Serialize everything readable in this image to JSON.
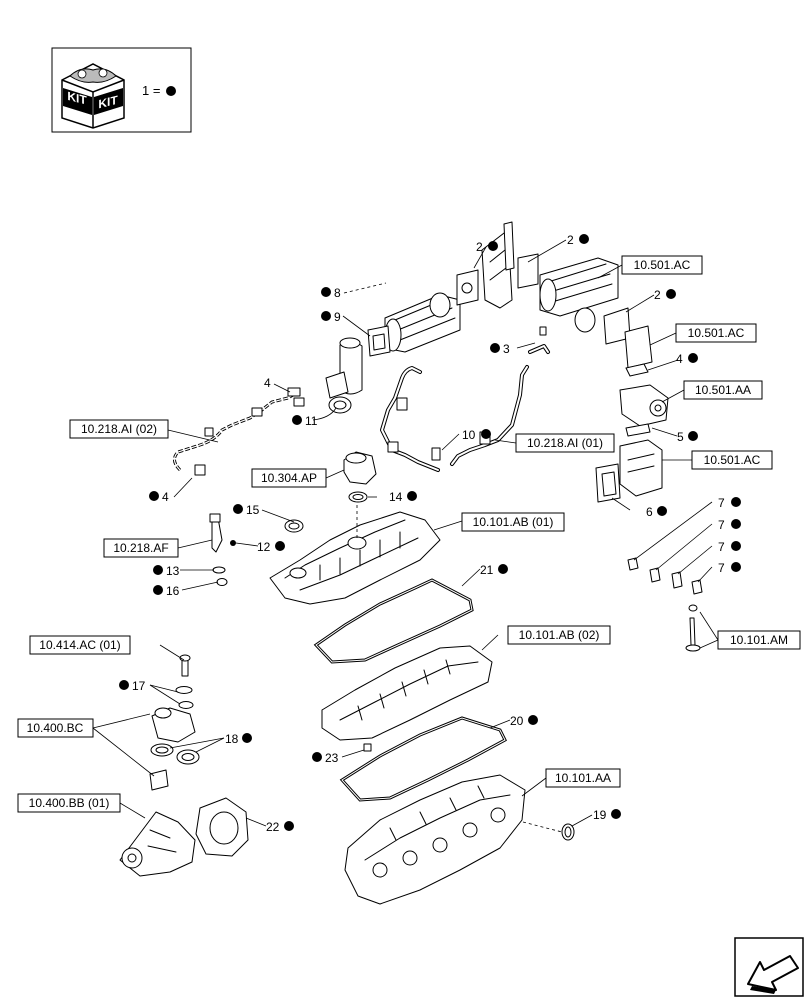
{
  "kit": {
    "badge_left": "KIT",
    "badge_right": "KIT",
    "legend": "1 ="
  },
  "references": [
    "10.501.AC",
    "10.501.AC",
    "10.501.AA",
    "10.501.AC",
    "10.218.AI (02)",
    "10.218.AI (01)",
    "10.304.AP",
    "10.101.AB (01)",
    "10.218.AF",
    "10.101.AB (02)",
    "10.101.AM",
    "10.414.AC (01)",
    "10.400.BC",
    "10.400.BB (01)",
    "10.101.AA"
  ],
  "callouts": [
    "2",
    "2",
    "2",
    "8",
    "9",
    "3",
    "4",
    "4",
    "5",
    "11",
    "10",
    "4",
    "14",
    "15",
    "12",
    "13",
    "16",
    "6",
    "7",
    "7",
    "7",
    "7",
    "21",
    "17",
    "18",
    "20",
    "23",
    "19",
    "22"
  ]
}
